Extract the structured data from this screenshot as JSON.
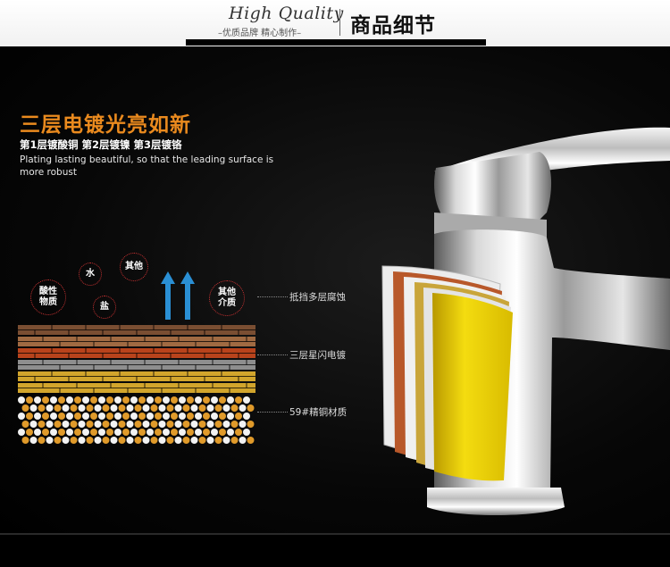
{
  "header": {
    "en_title": "High Quality",
    "subtitle": "–优质品牌 精心制作–",
    "title": "商品细节"
  },
  "feature": {
    "heading": "三层电镀光亮如新",
    "subheading": "第1层镀酸铜 第2层镀镍 第3层镀铬",
    "description": "Plating lasting beautiful, so that the leading surface is more robust"
  },
  "bubbles": [
    {
      "text": "酸性物质"
    },
    {
      "text": "水"
    },
    {
      "text": "盐"
    },
    {
      "text": "其他"
    },
    {
      "text": "其他介质"
    }
  ],
  "layer_labels": [
    {
      "text": "抵挡多层腐蚀"
    },
    {
      "text": "三层星闪电镀"
    },
    {
      "text": "59#精铜材质"
    }
  ],
  "colors": {
    "accent": "#ea8a1e",
    "arrow": "#2a8fd4",
    "brick_brown": "#8a5a3a",
    "brick_gray": "#8e8e8e",
    "brick_red": "#b8431c",
    "brick_yellow": "#d2a52c",
    "plating_yellow": "#e8cf00"
  }
}
